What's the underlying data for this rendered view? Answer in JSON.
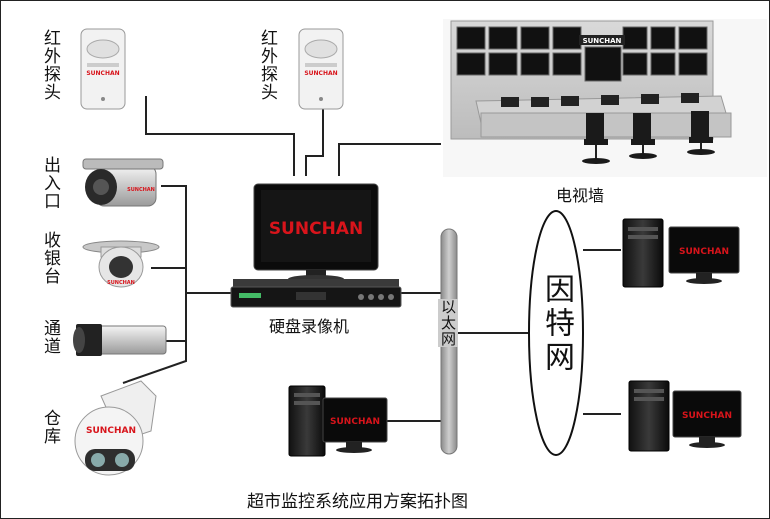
{
  "diagram": {
    "title": "超市监控系统应用方案拓扑图",
    "brand": "SUNCHAN",
    "labels": {
      "sensor_left": "红外探头",
      "sensor_right": "红外探头",
      "cam_exit": "出入口",
      "cam_checkout": "收银台",
      "cam_aisle": "通道",
      "cam_warehouse": "仓库",
      "video_wall": "电视墙",
      "dvr": "硬盘录像机",
      "ethernet": "以太网",
      "internet": "因特网"
    }
  }
}
